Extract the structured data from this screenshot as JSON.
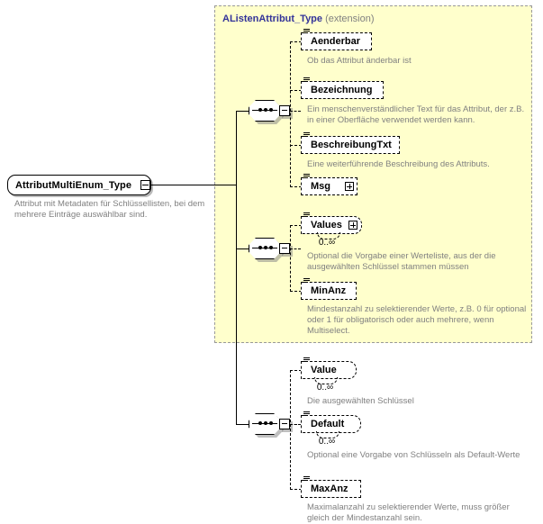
{
  "diagram": {
    "type": "xsd-schema-diagram",
    "root": {
      "name": "AttributMultiEnum_Type",
      "documentation": "Attribut mit Metadaten für Schlüssellisten, bei dem mehrere Einträge auswählbar sind.",
      "collapse_icon": "minus-icon"
    },
    "extension_panel": {
      "title": "AListenAttribut_Type",
      "kind": "(extension)"
    },
    "compositors": [
      {
        "id": "sequence-1",
        "icon": "sequence-icon",
        "collapse_icon": "minus-icon"
      },
      {
        "id": "sequence-2",
        "icon": "sequence-icon",
        "collapse_icon": "minus-icon"
      },
      {
        "id": "sequence-3",
        "icon": "sequence-icon",
        "collapse_icon": "minus-icon"
      }
    ],
    "groups": [
      {
        "id": "group-inherited-1",
        "in_extension": true,
        "elements": [
          {
            "name": "Aenderbar",
            "icon": "attribute-icon",
            "documentation": "Ob das Attribut änderbar ist",
            "cardinality": "",
            "expandable": false,
            "repeating": false
          },
          {
            "name": "Bezeichnung",
            "icon": "attribute-icon",
            "documentation": "Ein menschenverständlicher Text für das Attribut, der z.B. in einer Oberfläche verwendet werden kann.",
            "cardinality": "",
            "expandable": false,
            "repeating": false
          },
          {
            "name": "BeschreibungTxt",
            "icon": "attribute-icon",
            "documentation": "Eine weiterführende Beschreibung des Attributs.",
            "cardinality": "",
            "expandable": false,
            "repeating": false
          },
          {
            "name": "Msg",
            "icon": "attribute-icon",
            "documentation": "",
            "cardinality": "",
            "expandable": true,
            "expand_icon": "plus-icon",
            "repeating": false
          }
        ]
      },
      {
        "id": "group-inherited-2",
        "in_extension": true,
        "elements": [
          {
            "name": "Values",
            "icon": "attribute-icon",
            "documentation": "Optional die Vorgabe einer Werteliste, aus der die ausgewählten Schlüssel stammen müssen",
            "cardinality": "0..∞",
            "expandable": true,
            "expand_icon": "plus-icon",
            "repeating": true
          },
          {
            "name": "MinAnz",
            "icon": "attribute-icon",
            "documentation": "Mindestanzahl zu selektierender Werte, z.B. 0 für optional oder 1 für obligatorisch oder auch mehrere, wenn Multiselect.",
            "cardinality": "",
            "expandable": false,
            "repeating": false
          }
        ]
      },
      {
        "id": "group-own",
        "in_extension": false,
        "elements": [
          {
            "name": "Value",
            "icon": "attribute-icon",
            "documentation": "Die ausgewählten Schlüssel",
            "cardinality": "0..∞",
            "expandable": false,
            "repeating": true
          },
          {
            "name": "Default",
            "icon": "attribute-icon",
            "documentation": "Optional eine Vorgabe von Schlüsseln als Default-Werte",
            "cardinality": "0..∞",
            "expandable": false,
            "repeating": true
          },
          {
            "name": "MaxAnz",
            "icon": "attribute-icon",
            "documentation": "Maximalanzahl zu selektierender Werte, muss größer gleich der Mindestanzahl sein.",
            "cardinality": "",
            "expandable": false,
            "repeating": false
          }
        ]
      }
    ],
    "colors": {
      "extension_background": "#ffffcc",
      "extension_border": "#999999",
      "extension_title": "#333399",
      "documentation_text": "#808080",
      "element_text": "#000000",
      "canvas_background": "#ffffff"
    }
  }
}
